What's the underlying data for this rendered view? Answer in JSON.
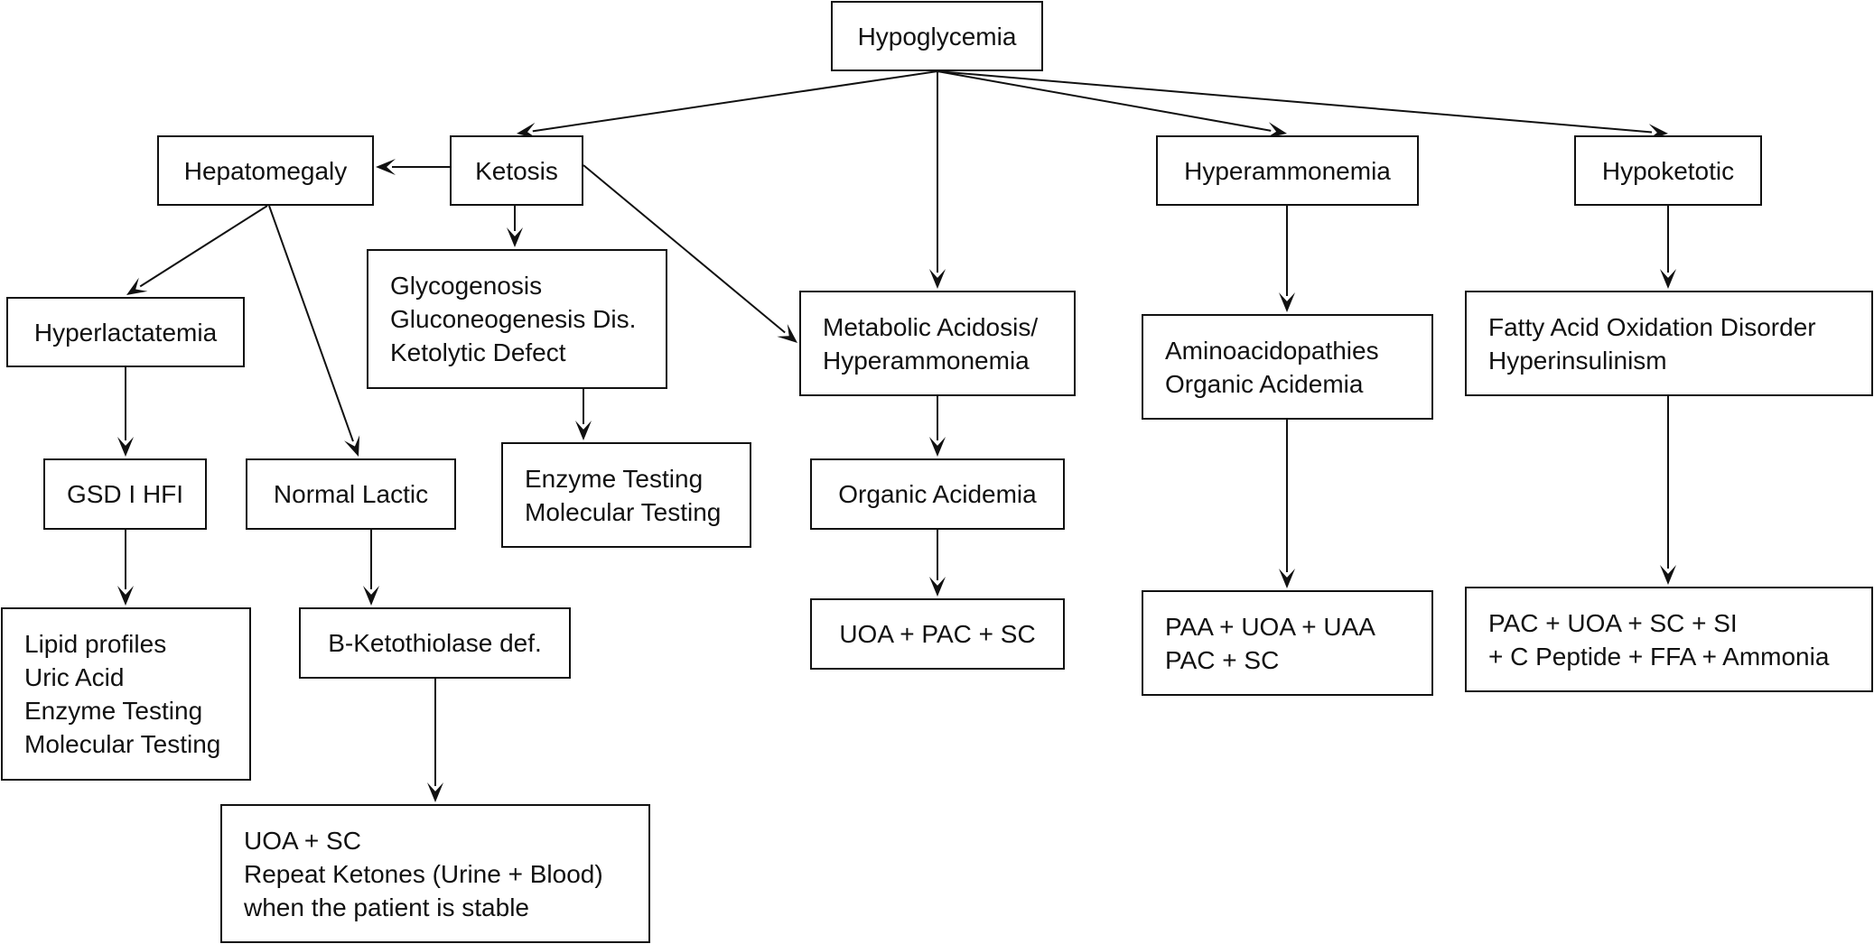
{
  "diagram": {
    "nodes": {
      "hypoglycemia": {
        "lines": [
          "Hypoglycemia"
        ]
      },
      "hepatomegaly": {
        "lines": [
          "Hepatomegaly"
        ]
      },
      "ketosis": {
        "lines": [
          "Ketosis"
        ]
      },
      "hyperammonemia": {
        "lines": [
          "Hyperammonemia"
        ]
      },
      "hypoketotic": {
        "lines": [
          "Hypoketotic"
        ]
      },
      "hyperlactatemia": {
        "lines": [
          "Hyperlactatemia"
        ]
      },
      "glycogenosis": {
        "lines": [
          "Glycogenosis",
          "Gluconeogenesis Dis.",
          "Ketolytic Defect"
        ]
      },
      "metabolic_acidosis": {
        "lines": [
          "Metabolic Acidosis/",
          "Hyperammonemia"
        ]
      },
      "aminoacidopathies": {
        "lines": [
          "Aminoacidopathies",
          "Organic Acidemia"
        ]
      },
      "fatty_acid": {
        "lines": [
          "Fatty Acid Oxidation Disorder",
          "Hyperinsulinism"
        ]
      },
      "gsd": {
        "lines": [
          "GSD I HFI"
        ]
      },
      "normal_lactic": {
        "lines": [
          "Normal Lactic"
        ]
      },
      "enzyme_molecular": {
        "lines": [
          "Enzyme Testing",
          "Molecular Testing"
        ]
      },
      "organic_acidemia": {
        "lines": [
          "Organic Acidemia"
        ]
      },
      "lipid_profiles": {
        "lines": [
          "Lipid profiles",
          "Uric Acid",
          "Enzyme Testing",
          "Molecular Testing"
        ]
      },
      "b_ketothiolase": {
        "lines": [
          "B-Ketothiolase def."
        ]
      },
      "uoa_pac_sc": {
        "lines": [
          "UOA + PAC + SC"
        ]
      },
      "paa_uoa_uaa": {
        "lines": [
          "PAA + UOA + UAA",
          "PAC + SC"
        ]
      },
      "pac_uoa_sc_si": {
        "lines": [
          "PAC + UOA + SC + SI",
          "+ C Peptide + FFA + Ammonia"
        ]
      },
      "uoa_sc_repeat": {
        "lines": [
          "UOA + SC",
          "Repeat Ketones (Urine + Blood)",
          "when the patient is stable"
        ]
      }
    },
    "edges": [
      {
        "from": "hypoglycemia",
        "to": "ketosis"
      },
      {
        "from": "hypoglycemia",
        "to": "metabolic_acidosis"
      },
      {
        "from": "hypoglycemia",
        "to": "hyperammonemia"
      },
      {
        "from": "hypoglycemia",
        "to": "hypoketotic"
      },
      {
        "from": "ketosis",
        "to": "hepatomegaly"
      },
      {
        "from": "ketosis",
        "to": "glycogenosis"
      },
      {
        "from": "ketosis",
        "to": "metabolic_acidosis"
      },
      {
        "from": "hepatomegaly",
        "to": "hyperlactatemia"
      },
      {
        "from": "hepatomegaly",
        "to": "normal_lactic"
      },
      {
        "from": "hyperlactatemia",
        "to": "gsd"
      },
      {
        "from": "gsd",
        "to": "lipid_profiles"
      },
      {
        "from": "normal_lactic",
        "to": "b_ketothiolase"
      },
      {
        "from": "b_ketothiolase",
        "to": "uoa_sc_repeat"
      },
      {
        "from": "glycogenosis",
        "to": "enzyme_molecular"
      },
      {
        "from": "metabolic_acidosis",
        "to": "organic_acidemia"
      },
      {
        "from": "organic_acidemia",
        "to": "uoa_pac_sc"
      },
      {
        "from": "hyperammonemia",
        "to": "aminoacidopathies"
      },
      {
        "from": "aminoacidopathies",
        "to": "paa_uoa_uaa"
      },
      {
        "from": "hypoketotic",
        "to": "fatty_acid"
      },
      {
        "from": "fatty_acid",
        "to": "pac_uoa_sc_si"
      }
    ]
  }
}
